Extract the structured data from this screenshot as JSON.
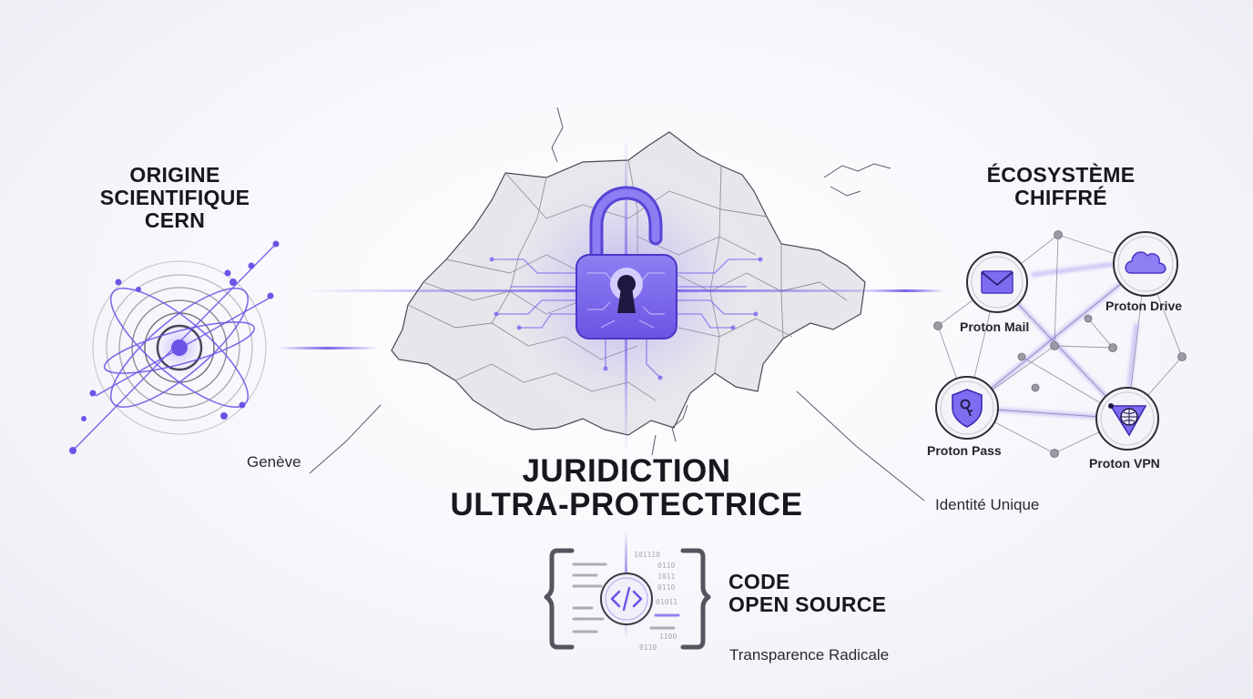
{
  "title": {
    "line1": "JURIDICTION",
    "line2": "ULTRA-PROTECTRICE"
  },
  "origin": {
    "line1": "ORIGINE",
    "line2": "SCIENTIFIQUE",
    "line3": "CERN",
    "location": "Genève"
  },
  "ecosystem": {
    "line1": "ÉCOSYSTÈME",
    "line2": "CHIFFRÉ",
    "caption": "Identité Unique",
    "services": [
      {
        "label": "Proton Mail",
        "icon": "envelope-icon"
      },
      {
        "label": "Proton Drive",
        "icon": "cloud-icon"
      },
      {
        "label": "Proton Pass",
        "icon": "shield-key-icon"
      },
      {
        "label": "Proton VPN",
        "icon": "globe-icon"
      }
    ]
  },
  "code": {
    "line1": "CODE",
    "line2": "OPEN SOURCE",
    "caption": "Transparence Radicale",
    "binary": [
      "101110",
      "0110",
      "1011",
      "0110",
      "01011",
      "1100",
      "0110"
    ]
  },
  "colors": {
    "accent": "#6a55e8",
    "accent_light": "#a99cf5",
    "lock_fill": "#7463e6",
    "map_fill": "#e6e6ea",
    "text": "#17171d"
  }
}
